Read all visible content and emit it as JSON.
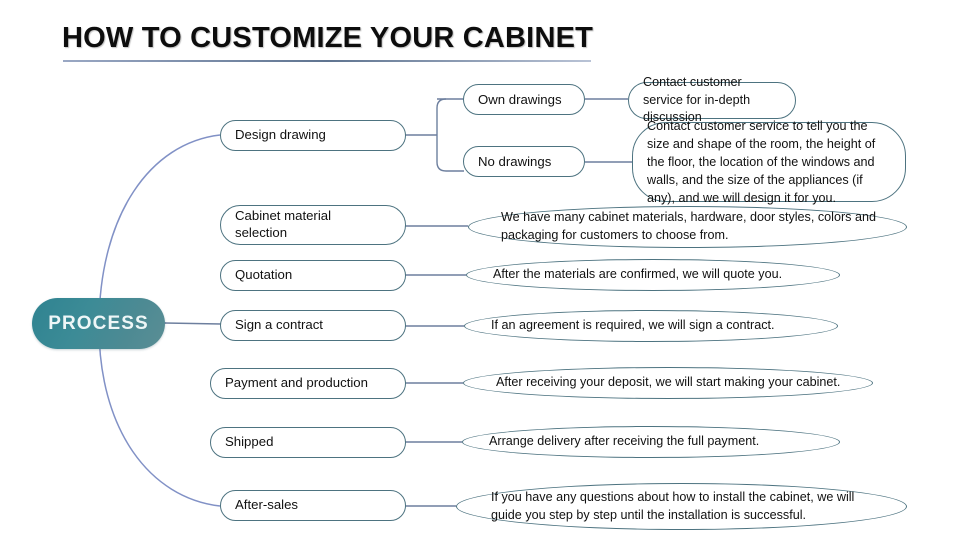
{
  "page": {
    "title": "HOW TO CUSTOMIZE YOUR CABINET",
    "root_label": "PROCESS",
    "colors": {
      "root_fill_start": "#2f8391",
      "root_fill_end": "#5b8e95",
      "node_border": "#4d7380",
      "connector": "#7b8ec4",
      "title_rule": "#5f7490",
      "text": "#111111",
      "background": "#ffffff"
    }
  },
  "branches": [
    {
      "id": "design-drawing",
      "label": "Design drawing",
      "children": [
        {
          "id": "own-drawings",
          "label": "Own drawings",
          "detail": "Contact customer service for in-depth discussion"
        },
        {
          "id": "no-drawings",
          "label": "No drawings",
          "detail": "Contact customer service to tell you the size and shape of the room, the height of the floor, the location of the windows and walls, and the size of the appliances (if any), and we will design it for you."
        }
      ]
    },
    {
      "id": "cabinet-material-selection",
      "label": "Cabinet material selection",
      "label_line1": "Cabinet material",
      "label_line2": "selection",
      "detail": "We have many cabinet materials, hardware, door styles, colors and packaging for customers to choose from."
    },
    {
      "id": "quotation",
      "label": "Quotation",
      "detail": "After the materials are confirmed, we will quote you."
    },
    {
      "id": "sign-a-contract",
      "label": "Sign a contract",
      "detail": "If an agreement is required, we will sign a contract."
    },
    {
      "id": "payment-and-production",
      "label": "Payment and production",
      "detail": "After receiving your deposit, we will start making your cabinet."
    },
    {
      "id": "shipped",
      "label": "Shipped",
      "detail": "Arrange delivery after receiving the full payment."
    },
    {
      "id": "after-sales",
      "label": "After-sales",
      "detail": "If you have any questions about how to install the cabinet, we will guide you step by step until the installation is successful."
    }
  ]
}
